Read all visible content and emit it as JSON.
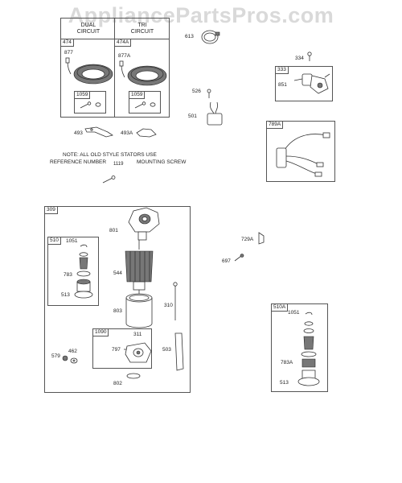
{
  "watermark": "AppliancePartsPros.com",
  "stator_panel": {
    "dual_header": "DUAL\nCIRCUIT",
    "tri_header": "TRI\nCIRCUIT",
    "left_ref": "474",
    "right_ref": "474A",
    "left_part": "877",
    "right_part": "877A",
    "left_sub_ref": "1059",
    "right_sub_ref": "1059"
  },
  "note": {
    "line1": "NOTE: ALL OLD STYLE STATORS USE",
    "line2": "REFERENCE NUMBER",
    "ref": "1119",
    "line2_end": "MOUNTING SCREW"
  },
  "labels": {
    "p613": "613",
    "p334": "334",
    "p333": "333",
    "p851": "851",
    "p526": "526",
    "p501": "501",
    "p789a": "789A",
    "p493": "493",
    "p493a": "493A",
    "p309": "309",
    "p801": "801",
    "p510": "510",
    "p1051": "1051",
    "p783": "783",
    "p513": "513",
    "p544": "544",
    "p803": "803",
    "p310": "310",
    "p1090": "1090",
    "p311": "311",
    "p797": "797",
    "p503": "503",
    "p579": "579",
    "p462": "462",
    "p802": "802",
    "p729a": "729A",
    "p697": "697",
    "p510a": "510A",
    "p1051b": "1051",
    "p783a": "783A",
    "p513b": "513"
  }
}
